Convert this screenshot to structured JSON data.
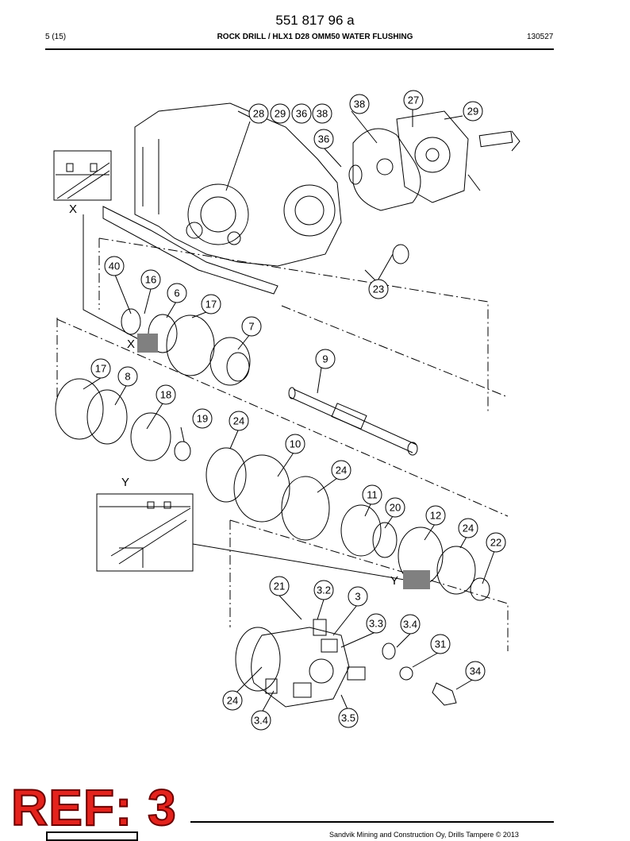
{
  "header": {
    "doc_number": "551 817 96 a",
    "page": "5 (15)",
    "title": "ROCK DRILL / HLX1 D28 OMM50 WATER FLUSHING",
    "code": "130527"
  },
  "views": {
    "x_label": "X",
    "y_label": "Y"
  },
  "callouts": [
    {
      "id": "c28",
      "label": "28"
    },
    {
      "id": "c29a",
      "label": "29"
    },
    {
      "id": "c36a",
      "label": "36"
    },
    {
      "id": "c38a",
      "label": "38"
    },
    {
      "id": "c38b",
      "label": "38"
    },
    {
      "id": "c27",
      "label": "27"
    },
    {
      "id": "c29b",
      "label": "29"
    },
    {
      "id": "c36b",
      "label": "36"
    },
    {
      "id": "c40",
      "label": "40"
    },
    {
      "id": "c16",
      "label": "16"
    },
    {
      "id": "c6",
      "label": "6"
    },
    {
      "id": "c17a",
      "label": "17"
    },
    {
      "id": "c23",
      "label": "23"
    },
    {
      "id": "c7",
      "label": "7"
    },
    {
      "id": "c9",
      "label": "9"
    },
    {
      "id": "c17b",
      "label": "17"
    },
    {
      "id": "c8",
      "label": "8"
    },
    {
      "id": "c18",
      "label": "18"
    },
    {
      "id": "c19",
      "label": "19"
    },
    {
      "id": "c24a",
      "label": "24"
    },
    {
      "id": "c10",
      "label": "10"
    },
    {
      "id": "c24b",
      "label": "24"
    },
    {
      "id": "c11",
      "label": "11"
    },
    {
      "id": "c20",
      "label": "20"
    },
    {
      "id": "c12",
      "label": "12"
    },
    {
      "id": "c24c",
      "label": "24"
    },
    {
      "id": "c22",
      "label": "22"
    },
    {
      "id": "c21",
      "label": "21"
    },
    {
      "id": "c32",
      "label": "3.2"
    },
    {
      "id": "c3",
      "label": "3"
    },
    {
      "id": "c33",
      "label": "3.3"
    },
    {
      "id": "c34a",
      "label": "3.4"
    },
    {
      "id": "c31",
      "label": "31"
    },
    {
      "id": "c34",
      "label": "34"
    },
    {
      "id": "c24d",
      "label": "24"
    },
    {
      "id": "c35",
      "label": "3.5"
    },
    {
      "id": "c34b",
      "label": "3.4"
    }
  ],
  "stamp": {
    "text": "REF: 3"
  },
  "footer": {
    "text": "Sandvik Mining and Construction Oy, Drills Tampere © 2013"
  }
}
